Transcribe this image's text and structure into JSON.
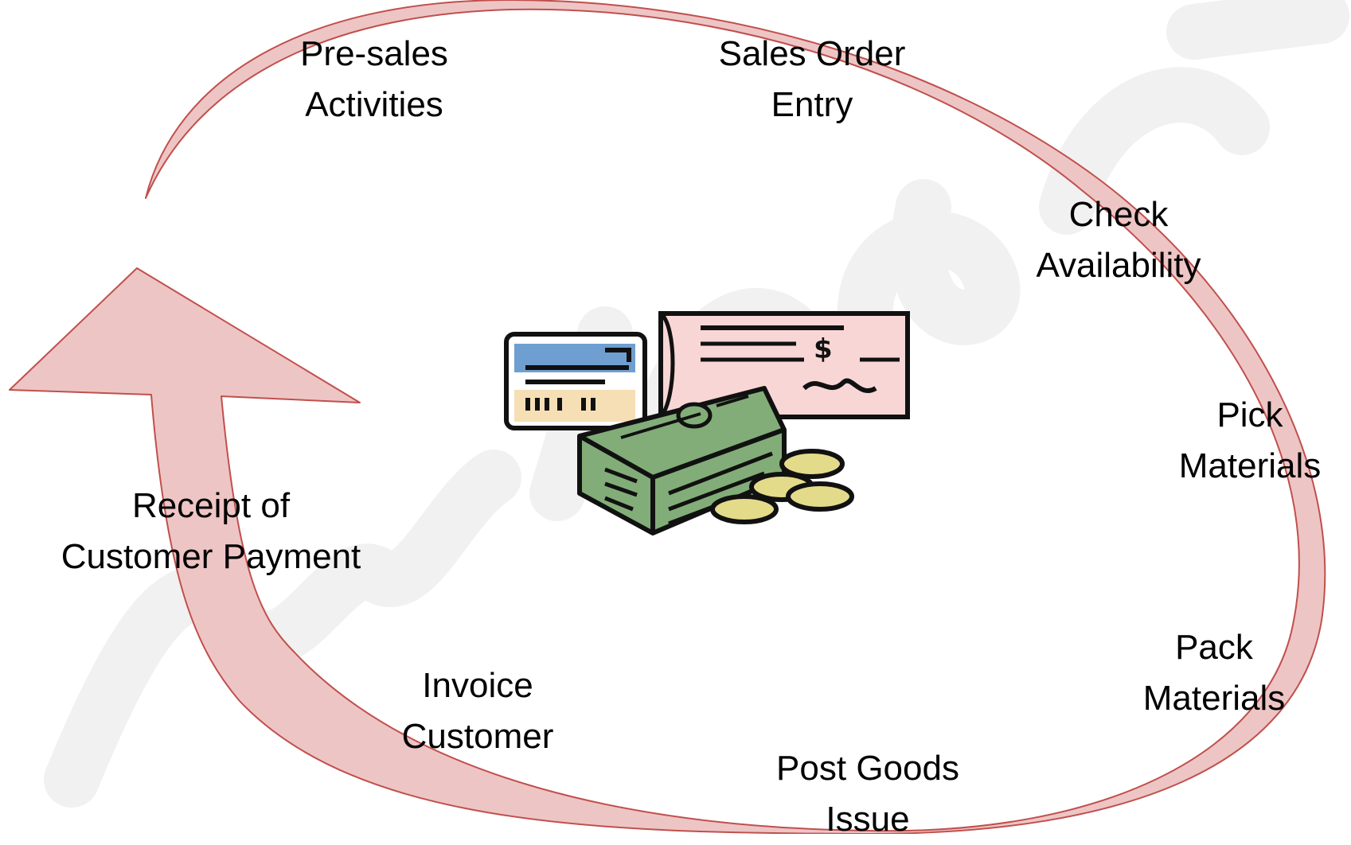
{
  "colors": {
    "cycle_fill": "#eec5c5",
    "cycle_stroke": "#c0504d",
    "watermark": "#f1f1f1",
    "card_blue": "#6f9fd0",
    "card_tan": "#f6dfb4",
    "cheque_pink": "#f9d6d6",
    "money_green": "#82ad78",
    "coin_yellow": "#e4db8a"
  },
  "center_icon": "money-cards-cheque-coins-clipart",
  "steps": [
    {
      "id": "presales",
      "lines": [
        "Pre-sales",
        "Activities"
      ]
    },
    {
      "id": "sales-order-entry",
      "lines": [
        "Sales Order",
        "Entry"
      ]
    },
    {
      "id": "check-availability",
      "lines": [
        "Check",
        "Availability"
      ]
    },
    {
      "id": "pick-materials",
      "lines": [
        "Pick",
        "Materials"
      ]
    },
    {
      "id": "pack-materials",
      "lines": [
        "Pack",
        "Materials"
      ]
    },
    {
      "id": "post-goods-issue",
      "lines": [
        "Post Goods",
        "Issue"
      ]
    },
    {
      "id": "invoice-customer",
      "lines": [
        "Invoice",
        "Customer"
      ]
    },
    {
      "id": "receipt-payment",
      "lines": [
        "Receipt of",
        "Customer Payment"
      ]
    }
  ]
}
